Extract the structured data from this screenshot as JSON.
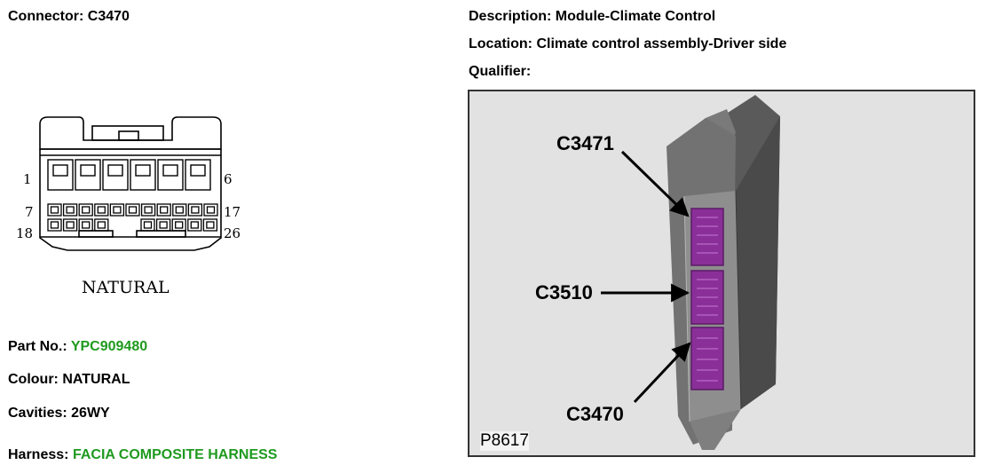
{
  "left": {
    "connector_label": "Connector:",
    "connector_value": "C3470",
    "pin_labels": {
      "p1": "1",
      "p6": "6",
      "p7": "7",
      "p17": "17",
      "p18": "18",
      "p26": "26"
    },
    "colour_caption": "NATURAL",
    "part_label": "Part No.:",
    "part_value": "YPC909480",
    "colour_label": "Colour:",
    "colour_value": "NATURAL",
    "cavities_label": "Cavities:",
    "cavities_value": "26WY",
    "harness_label": "Harness:",
    "harness_value": "FACIA COMPOSITE HARNESS"
  },
  "right": {
    "description_label": "Description:",
    "description_value": "Module-Climate Control",
    "location_label": "Location:",
    "location_value": "Climate control assembly-Driver side",
    "qualifier_label": "Qualifier:",
    "qualifier_value": ""
  },
  "photo": {
    "callouts": {
      "top": "C3471",
      "middle": "C3510",
      "bottom": "C3470"
    },
    "reference": "P8617"
  },
  "colors": {
    "link_green": "#1f9a1f",
    "connector_purple": "#8a2f98",
    "module_gray": "#6b6b6b",
    "photo_bg": "#e2e2e2"
  }
}
